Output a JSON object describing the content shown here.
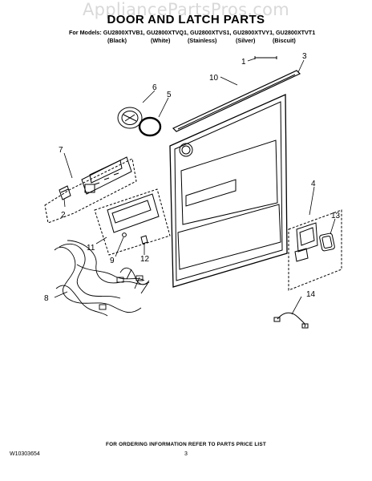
{
  "watermark": "AppliancePartsPros.com",
  "title": "DOOR AND LATCH PARTS",
  "models_line": "For Models: GU2800XTVB1, GU2800XTVQ1, GU2800XTVS1, GU2800XTVY1, GU2800XTVT1",
  "model_colors": [
    "(Black)",
    "(White)",
    "(Stainless)",
    "(Silver)",
    "(Biscuit)"
  ],
  "callouts": [
    "1",
    "2",
    "3",
    "4",
    "5",
    "6",
    "7",
    "8",
    "9",
    "10",
    "11",
    "12",
    "13",
    "14"
  ],
  "footer_note": "FOR ORDERING INFORMATION REFER TO PARTS PRICE LIST",
  "doc_id": "W10303654",
  "page_number": "3"
}
